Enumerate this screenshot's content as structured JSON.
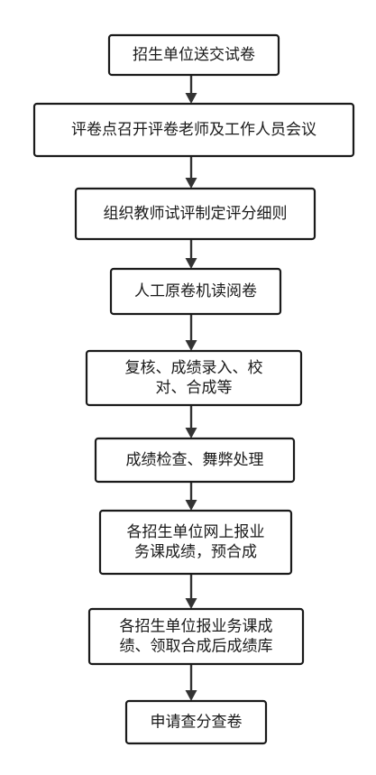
{
  "diagram": {
    "type": "flowchart",
    "colors": {
      "border": "#1a1a1a",
      "arrow": "#333333",
      "background": "#ffffff"
    },
    "nodes": [
      {
        "id": "n1",
        "lines": [
          "招生单位送交试卷"
        ]
      },
      {
        "id": "n2",
        "lines": [
          "评卷点召开评卷老师及工作人员会议"
        ]
      },
      {
        "id": "n3",
        "lines": [
          "组织教师试评制定评分细则"
        ]
      },
      {
        "id": "n4",
        "lines": [
          "人工原卷机读阅卷"
        ]
      },
      {
        "id": "n5",
        "lines": [
          "复核、成绩录入、校",
          "对、合成等"
        ]
      },
      {
        "id": "n6",
        "lines": [
          "成绩检查、舞弊处理"
        ]
      },
      {
        "id": "n7",
        "lines": [
          "各招生单位网上报业",
          "务课成绩，预合成"
        ]
      },
      {
        "id": "n8",
        "lines": [
          "各招生单位报业务课成",
          "绩、领取合成后成绩库"
        ]
      },
      {
        "id": "n9",
        "lines": [
          "申请查分查卷"
        ]
      }
    ],
    "edges": [
      {
        "from": "n1",
        "to": "n2"
      },
      {
        "from": "n2",
        "to": "n3"
      },
      {
        "from": "n3",
        "to": "n4"
      },
      {
        "from": "n4",
        "to": "n5"
      },
      {
        "from": "n5",
        "to": "n6"
      },
      {
        "from": "n6",
        "to": "n7"
      },
      {
        "from": "n7",
        "to": "n8"
      },
      {
        "from": "n8",
        "to": "n9"
      }
    ]
  }
}
